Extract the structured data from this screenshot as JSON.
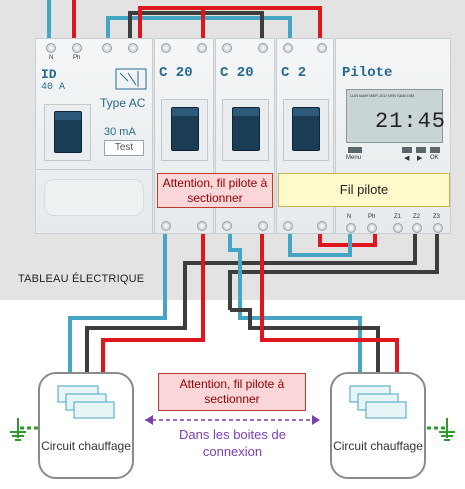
{
  "panel": {
    "label": "TABLEAU ÉLECTRIQUE"
  },
  "id_module": {
    "title": "ID",
    "rating": "40 A",
    "type": "Type AC",
    "sensitivity": "30 mA",
    "test_label": "Test",
    "terminal_n": "N",
    "terminal_ph": "Ph"
  },
  "breakers": [
    {
      "title": "C 20"
    },
    {
      "title": "C 20"
    },
    {
      "title": "C 2"
    }
  ],
  "programmer": {
    "title": "Pilote",
    "days": "LUN MAR MER JEU VEN SAM DIM",
    "time": "21:45",
    "menu_label": "Menu",
    "ok_label": "OK",
    "terminals": [
      "N",
      "Ph",
      "Z1",
      "Z2",
      "Z3"
    ]
  },
  "callouts": {
    "panel_warning": "Attention, fil pilote à sectionner",
    "pilot_wire": "Fil pilote",
    "middle_warning": "Attention, fil pilote à sectionner",
    "note": "Dans les boites de connexion"
  },
  "heaters": [
    {
      "label": "Circuit chauffage"
    },
    {
      "label": "Circuit chauffage"
    }
  ],
  "colors": {
    "phase": "#e0161d",
    "neutral": "#45a5c4",
    "pilot": "#3d3d3d",
    "earth": "#2e9a2e",
    "earth_stripe": "#e6d31c",
    "note": "#7a3fb0"
  }
}
